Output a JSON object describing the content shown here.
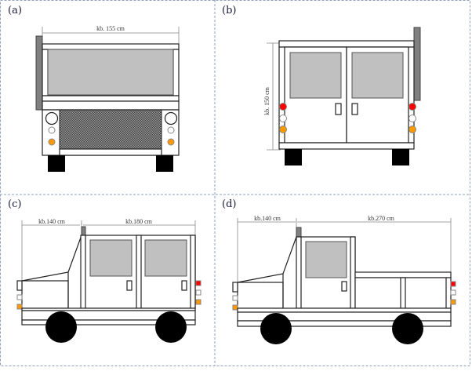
{
  "panels": {
    "a": {
      "label": "(a)",
      "dimension": "kb. 155 cm"
    },
    "b": {
      "label": "(b)",
      "dimension": "kb. 150 cm"
    },
    "c": {
      "label": "(c)",
      "dimension_front": "kb.140 cm",
      "dimension_rear": "kb.180 cm"
    },
    "d": {
      "label": "(d)",
      "dimension_front": "kb.140 cm",
      "dimension_rear": "kb.270 cm"
    }
  },
  "colors": {
    "glass": "#c0c0c0",
    "mirror": "#808080",
    "red_light": "#ff0000",
    "orange_light": "#ff9900",
    "grid": "#8fa0c0"
  }
}
